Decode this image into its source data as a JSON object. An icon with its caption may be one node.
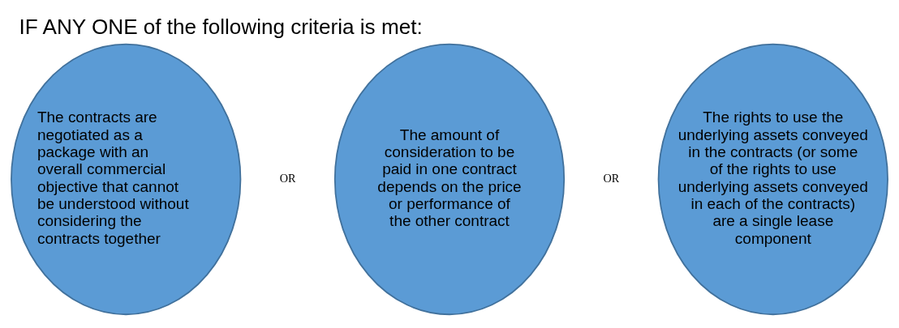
{
  "diagram": {
    "title": "IF ANY ONE of the following criteria is met:",
    "nodes": [
      {
        "text": [
          "The contracts are negotiated as a package with an overall commercial objective that cannot be understood without considering the contracts together"
        ]
      },
      {
        "text": [
          "The amount of consideration to be paid in one contract depends on the price or performance of the other contract"
        ]
      },
      {
        "text": [
          "The rights to use the underlying assets conveyed in the contracts (or some of the rights to use underlying assets conveyed in each of the contracts) are a single lease component"
        ]
      }
    ],
    "labels": [
      "OR",
      "OR"
    ]
  }
}
